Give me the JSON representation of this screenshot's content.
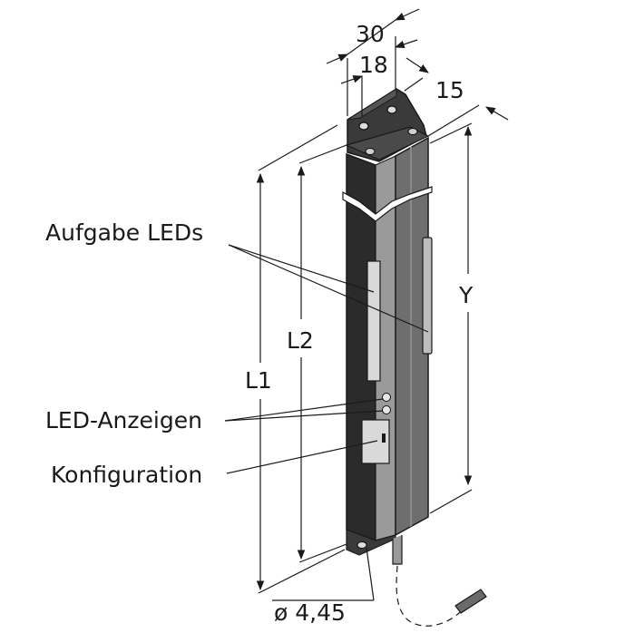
{
  "labels": {
    "task_leds": "Aufgabe LEDs",
    "led_indicators": "LED-Anzeigen",
    "configuration": "Konfiguration"
  },
  "dimensions": {
    "width_30": "30",
    "width_18": "18",
    "depth_15": "15",
    "length_l1": "L1",
    "length_l2": "L2",
    "length_y": "Y",
    "hole_diameter": "ø 4,45"
  },
  "colors": {
    "housing_dark": "#2b2b2b",
    "housing_mid": "#6e6e6e",
    "housing_light": "#9a9a9a",
    "window": "#d9d9d9",
    "line": "#1a1a1a"
  }
}
